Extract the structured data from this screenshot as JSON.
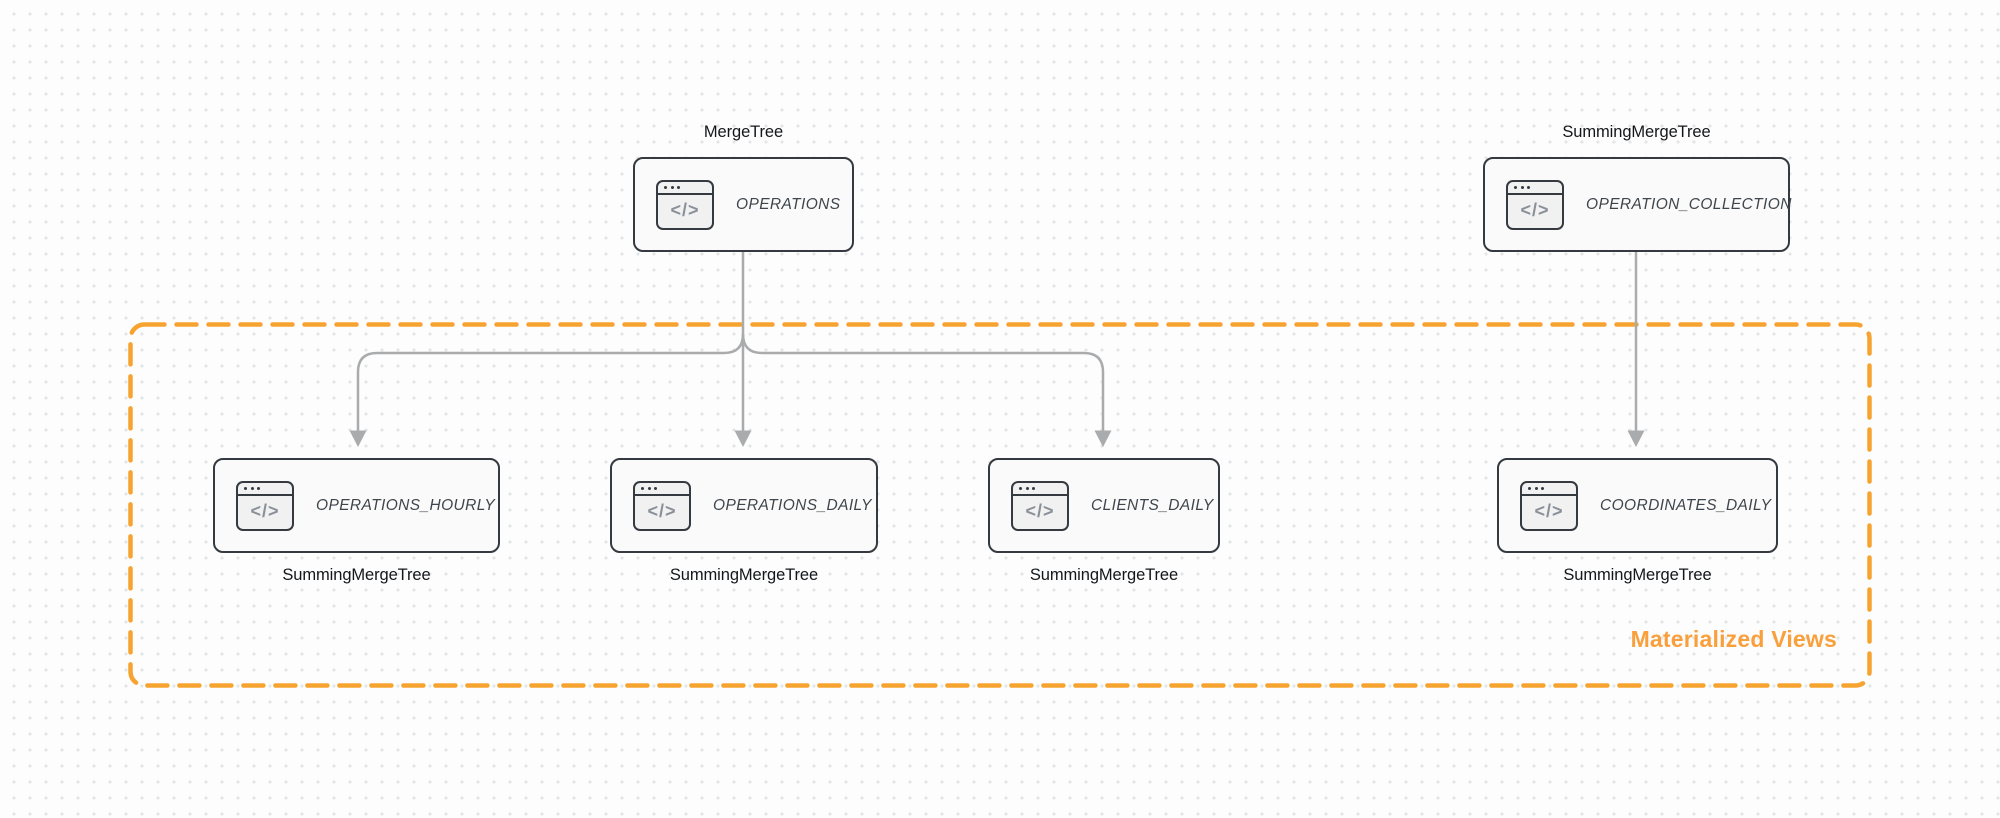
{
  "diagram": {
    "title": "",
    "edge_color": "#A9ABAD",
    "dot_grid_color": "#E4E5E7",
    "node_border_color": "#343A40",
    "node_fill_color": "#F9FAF9"
  },
  "group": {
    "label": "Materialized Views",
    "border_color": "#F6A330",
    "label_color": "#F9A03C"
  },
  "icons": {
    "code_glyph": "</>"
  },
  "nodes": [
    {
      "id": "operations",
      "engine": "MergeTree",
      "table": "OPERATIONS",
      "engine_position": "top"
    },
    {
      "id": "operation-collection",
      "engine": "SummingMergeTree",
      "table": "OPERATION_COLLECTION",
      "engine_position": "top"
    },
    {
      "id": "operations-hourly",
      "engine": "SummingMergeTree",
      "table": "OPERATIONS_HOURLY",
      "engine_position": "bottom"
    },
    {
      "id": "operations-daily",
      "engine": "SummingMergeTree",
      "table": "OPERATIONS_DAILY",
      "engine_position": "bottom"
    },
    {
      "id": "clients-daily",
      "engine": "SummingMergeTree",
      "table": "CLIENTS_DAILY",
      "engine_position": "bottom"
    },
    {
      "id": "coordinates-daily",
      "engine": "SummingMergeTree",
      "table": "COORDINATES_DAILY",
      "engine_position": "bottom"
    }
  ],
  "edges": [
    {
      "from": "operations",
      "to": "operations-hourly"
    },
    {
      "from": "operations",
      "to": "operations-daily"
    },
    {
      "from": "operations",
      "to": "clients-daily"
    },
    {
      "from": "operation-collection",
      "to": "coordinates-daily"
    }
  ]
}
